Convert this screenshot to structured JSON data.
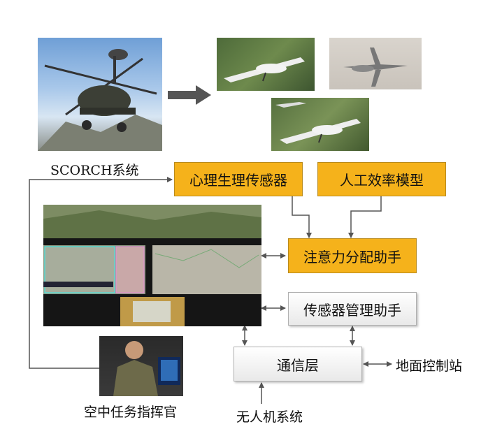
{
  "labels": {
    "scorch": "SCORCH系统",
    "commander": "空中任务指挥官",
    "uav_system": "无人机系统",
    "ground_station": "地面控制站"
  },
  "boxes": {
    "physio_sensor": "心理生理传感器",
    "efficiency_model": "人工效率模型",
    "attention_assistant": "注意力分配助手",
    "sensor_assistant": "传感器管理助手",
    "comm_layer": "通信层"
  },
  "colors": {
    "orange_box": "#f5b21b",
    "grey_box": "#f0f0f0",
    "line": "#555555"
  }
}
